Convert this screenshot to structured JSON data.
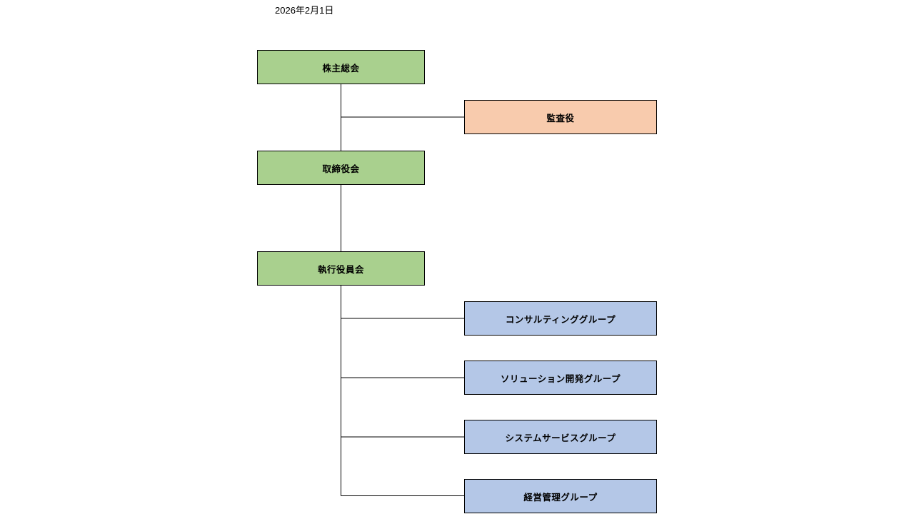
{
  "date": "2026年2月1日",
  "colors": {
    "green": "#a9d08e",
    "orange": "#f8cbad",
    "blue": "#b4c7e7",
    "line": "#000000",
    "border": "#000000",
    "background": "#ffffff",
    "text": "#000000"
  },
  "nodes": {
    "shareholders": {
      "id": "shareholders-meeting",
      "label": "株主総会",
      "fill": "green"
    },
    "auditor": {
      "id": "auditor",
      "label": "監査役",
      "fill": "orange"
    },
    "board": {
      "id": "board-of-directors",
      "label": "取締役会",
      "fill": "green"
    },
    "exec": {
      "id": "executive-officers-board",
      "label": "執行役員会",
      "fill": "green"
    },
    "consulting": {
      "id": "consulting-group",
      "label": "コンサルティンググループ",
      "fill": "blue"
    },
    "solution": {
      "id": "solution-dev-group",
      "label": "ソリューション開発グループ",
      "fill": "blue"
    },
    "system": {
      "id": "system-service-group",
      "label": "システムサービスグループ",
      "fill": "blue"
    },
    "management": {
      "id": "management-admin-group",
      "label": "経営管理グループ",
      "fill": "blue"
    }
  },
  "edges": [
    {
      "from": "shareholders-meeting",
      "to": "auditor"
    },
    {
      "from": "shareholders-meeting",
      "to": "board-of-directors"
    },
    {
      "from": "board-of-directors",
      "to": "executive-officers-board"
    },
    {
      "from": "executive-officers-board",
      "to": "consulting-group"
    },
    {
      "from": "executive-officers-board",
      "to": "solution-dev-group"
    },
    {
      "from": "executive-officers-board",
      "to": "system-service-group"
    },
    {
      "from": "executive-officers-board",
      "to": "management-admin-group"
    }
  ]
}
